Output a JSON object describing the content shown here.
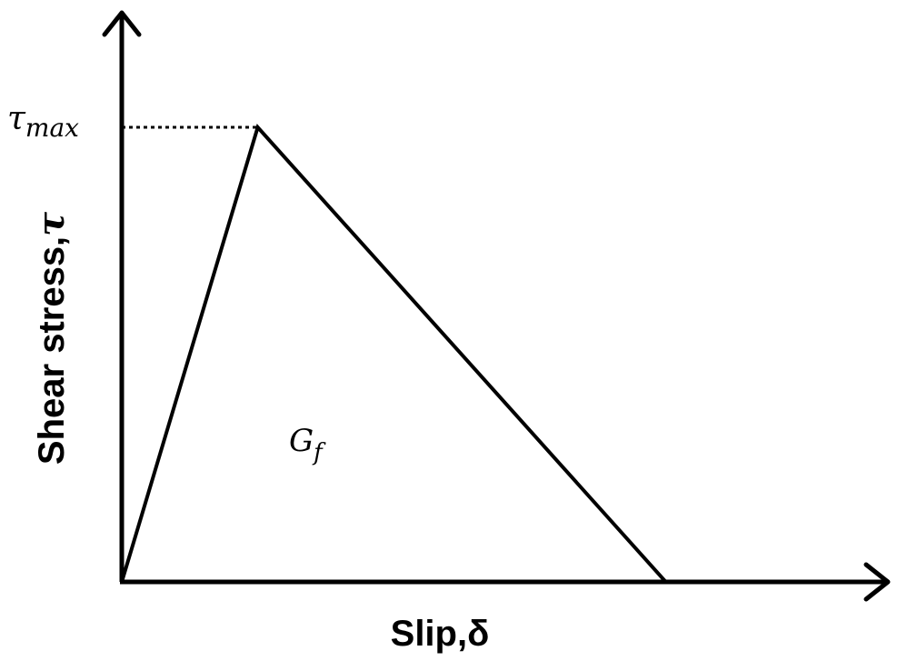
{
  "chart_data": {
    "type": "line",
    "title": "",
    "xlabel": "Slip,δ",
    "ylabel": "Shear stress,",
    "ylabel_symbol": "τ",
    "y_tick_label": {
      "symbol": "τ",
      "subscript": "max"
    },
    "area_label": {
      "symbol": "G",
      "subscript": "f"
    },
    "series": [
      {
        "x": [
          0,
          0.25,
          1
        ],
        "y": [
          0,
          1,
          0
        ]
      }
    ],
    "xlim": [
      0,
      1.38
    ],
    "ylim": [
      0,
      1.2
    ],
    "grid": false,
    "reference_lines": [
      {
        "orientation": "horizontal",
        "y": 1,
        "x_from": 0,
        "x_to": 0.25,
        "style": "dotted"
      }
    ]
  }
}
